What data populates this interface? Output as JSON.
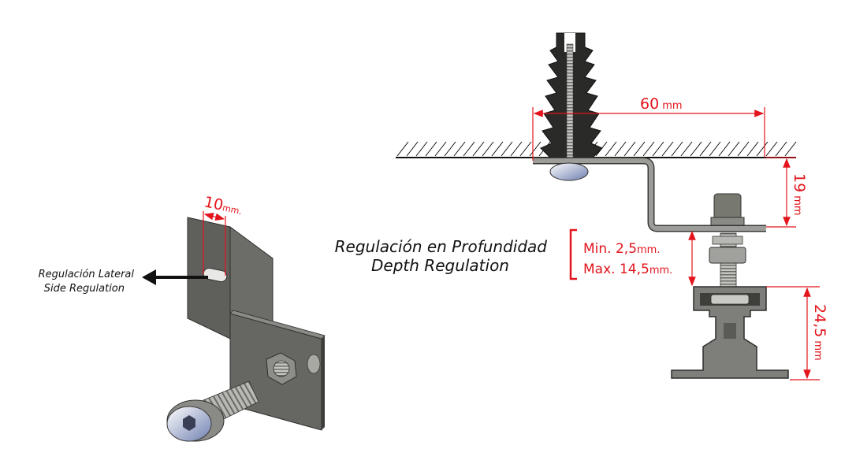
{
  "colors": {
    "dimension": "#e3141b",
    "steel": "#5f605c",
    "steel_dark": "#3d3e3b",
    "steel_light": "#8a8b86",
    "plug": "#2a2a28",
    "aluminium": "#9c9d98",
    "text": "#111111"
  },
  "left_part": {
    "slot_dimension": {
      "value": "10",
      "unit": "mm."
    },
    "lateral_label_es": "Regulación Lateral",
    "lateral_label_en": "Side Regulation",
    "icons": [
      "angle-bracket-icon",
      "hex-socket-bolt-icon",
      "nut-icon",
      "arrow-left-icon"
    ]
  },
  "right_part": {
    "width_dimension": {
      "value": "60",
      "unit": "mm"
    },
    "height_dimension": {
      "value": "19",
      "unit": "mm"
    },
    "profile_dimension": {
      "value": "24,5",
      "unit": "mm"
    },
    "depth_label_es": "Regulación en Profundidad",
    "depth_label_en": "Depth Regulation",
    "depth_min": {
      "prefix": "Min. 2,5",
      "unit": "mm."
    },
    "depth_max": {
      "prefix": "Max. 14,5",
      "unit": "mm."
    },
    "icons": [
      "wall-plug-icon",
      "z-bracket-icon",
      "bolt-nut-icon",
      "rail-profile-icon"
    ]
  }
}
